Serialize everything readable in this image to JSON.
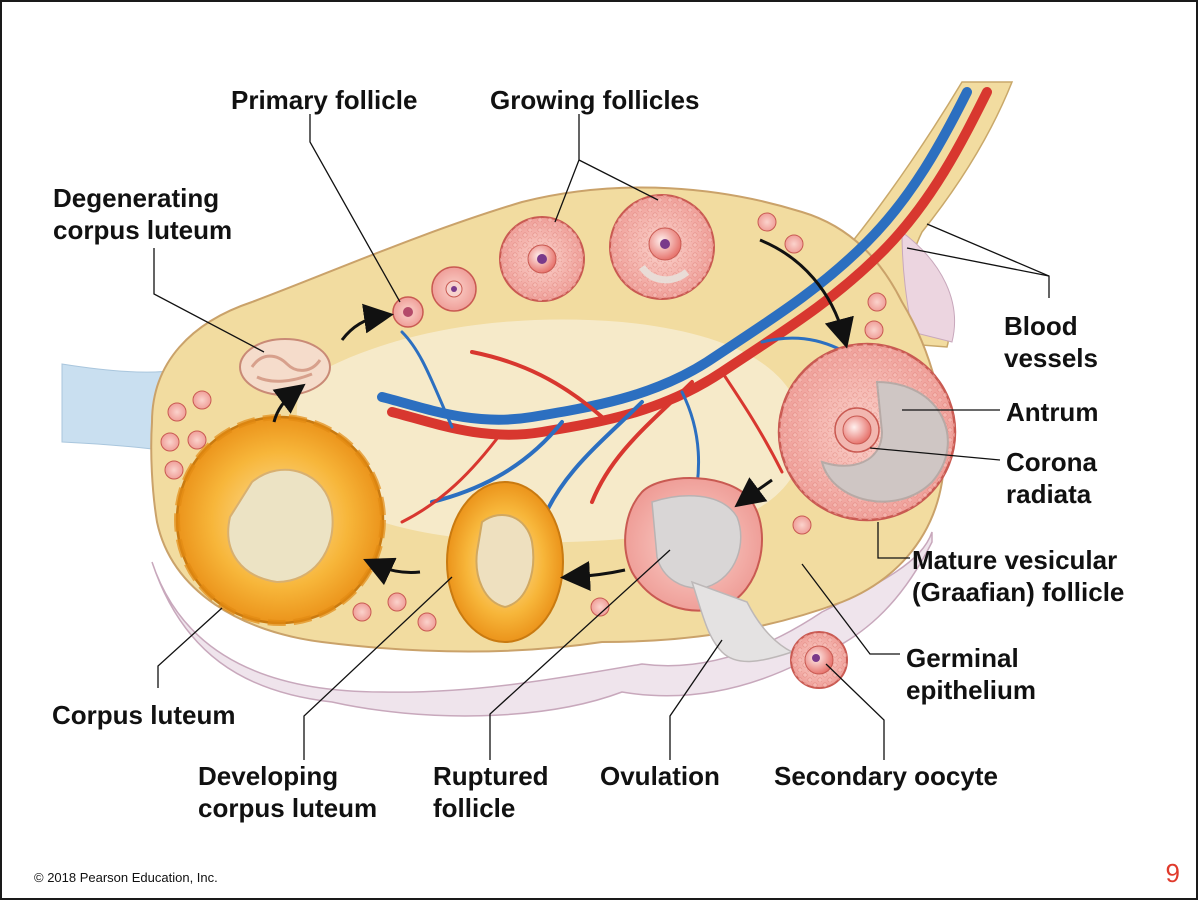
{
  "labels": {
    "primary_follicle": "Primary follicle",
    "growing_follicles": "Growing follicles",
    "degenerating_1": "Degenerating",
    "degenerating_2": "corpus luteum",
    "blood_1": "Blood",
    "blood_2": "vessels",
    "antrum": "Antrum",
    "corona_1": "Corona",
    "corona_2": "radiata",
    "mature_1": "Mature vesicular",
    "mature_2": "(Graafian) follicle",
    "germinal_1": "Germinal",
    "germinal_2": "epithelium",
    "corpus_luteum": "Corpus luteum",
    "developing_1": "Developing",
    "developing_2": "corpus luteum",
    "ruptured_1": "Ruptured",
    "ruptured_2": "follicle",
    "ovulation": "Ovulation",
    "secondary_oocyte": "Secondary oocyte"
  },
  "footer": {
    "copyright": "© 2018 Pearson Education, Inc.",
    "page_number": "9"
  },
  "colors": {
    "ovary_fill": "#f2dca0",
    "medulla_fill": "#f7ecd0",
    "follicle_pink": "#f0a6a0",
    "artery_red": "#d8372f",
    "vein_blue": "#2c6fc0",
    "corpus_luteum_orange": "#f2a424",
    "page_number_red": "#e03a2c"
  }
}
